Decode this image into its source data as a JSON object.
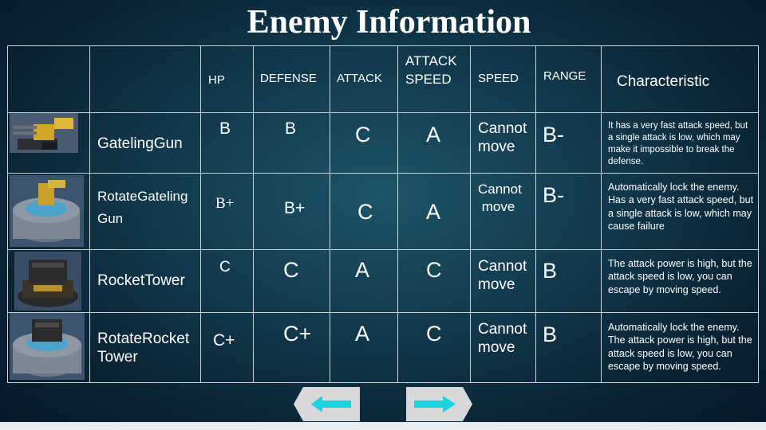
{
  "page": {
    "title": "Enemy Information"
  },
  "table": {
    "headers": {
      "hp": "HP",
      "defense": "DEFENSE",
      "attack": "ATTACK",
      "attack_speed_1": "ATTACK",
      "attack_speed_2": "SPEED",
      "speed": "SPEED",
      "range": "RANGE",
      "characteristic": "Characteristic"
    },
    "rows": [
      {
        "name": "GatelingGun",
        "hp": "B",
        "defense": "B",
        "attack": "C",
        "attack_speed": "A",
        "speed_1": "Cannot",
        "speed_2": "move",
        "range": "B-",
        "characteristic": "It has a very fast attack speed, but a single attack is low, which may make it impossible to break the defense."
      },
      {
        "name_1": "RotateGateling",
        "name_2": "Gun",
        "hp": "B+",
        "defense": "B+",
        "attack": "C",
        "attack_speed": "A",
        "speed_1": "Cannot",
        "speed_2": " move",
        "range": "B-",
        "characteristic": "Automatically lock the enemy. Has a very fast attack speed, but a single attack is low, which may cause failure"
      },
      {
        "name": "RocketTower",
        "hp": "C",
        "defense": "C",
        "attack": "A",
        "attack_speed": "C",
        "speed_1": "Cannot",
        "speed_2": "move",
        "range": "B",
        "characteristic": "The attack power is high, but the attack speed is low, you can escape by moving speed."
      },
      {
        "name_1": "RotateRocket",
        "name_2": "Tower",
        "hp": "C+",
        "defense": "C+",
        "attack": "A",
        "attack_speed": "C",
        "speed_1": "Cannot",
        "speed_2": "move",
        "range": "B",
        "characteristic": "Automatically lock the enemy. The attack power is high, but the attack speed is low, you can escape by moving speed."
      }
    ]
  },
  "icons": {
    "row1": "gatling-gun-icon",
    "row2": "rotate-gatling-gun-icon",
    "row3": "rocket-tower-icon",
    "row4": "rotate-rocket-tower-icon",
    "prev": "arrow-left-icon",
    "next": "arrow-right-icon"
  },
  "colors": {
    "arrow": "#1ad3df",
    "arrow_tile": "#d6d8da"
  }
}
